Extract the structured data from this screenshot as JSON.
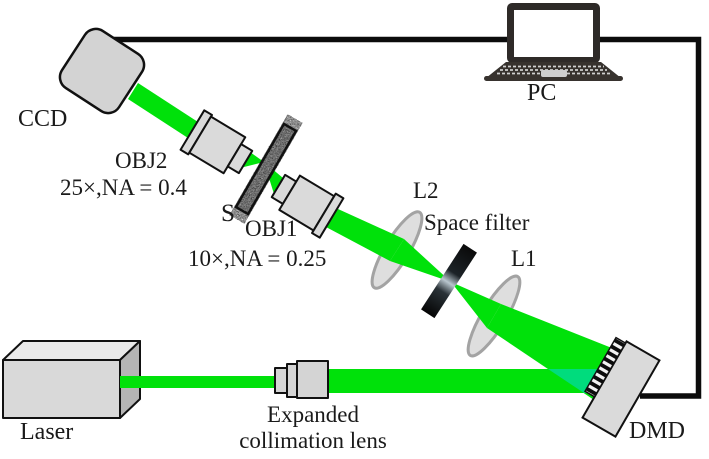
{
  "figure": {
    "labels": {
      "ccd": "CCD",
      "obj2": "OBJ2",
      "obj2_spec": "25×,NA = 0.4",
      "sample": "S",
      "obj1": "OBJ1",
      "obj1_spec": "10×,NA = 0.25",
      "l2": "L2",
      "space_filter": "Space filter",
      "l1": "L1",
      "pc": "PC",
      "dmd": "DMD",
      "laser": "Laser",
      "expander_line1": "Expanded",
      "expander_line2": "collimation lens"
    },
    "colors": {
      "beam": "#00e10a",
      "beam_overlap": "#00dc7d",
      "wire": "#0c0c0c",
      "component_fill": "#dadada",
      "outline": "#111111"
    }
  }
}
